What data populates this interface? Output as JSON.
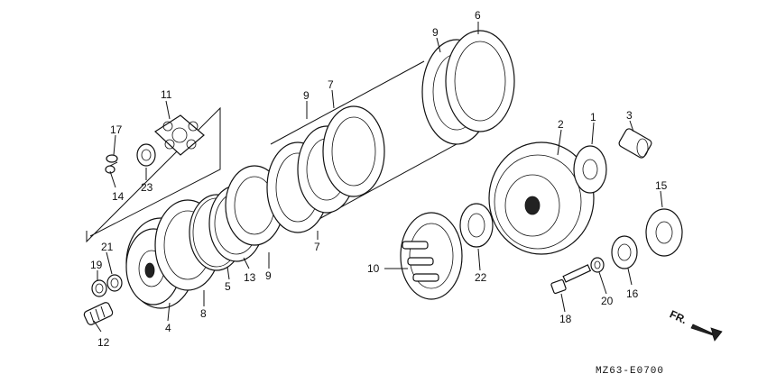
{
  "callouts": {
    "n1": "1",
    "n2": "2",
    "n3": "3",
    "n4": "4",
    "n5": "5",
    "n6": "6",
    "n7a": "7",
    "n7b": "7",
    "n8": "8",
    "n9a": "9",
    "n9b": "9",
    "n9c": "9",
    "n10": "10",
    "n11": "11",
    "n12": "12",
    "n13": "13",
    "n14": "14",
    "n15": "15",
    "n16": "16",
    "n17": "17",
    "n18": "18",
    "n19": "19",
    "n20": "20",
    "n21": "21",
    "n22": "22",
    "n23": "23"
  },
  "direction_label": "FR.",
  "diagram_code": "MZ63-E0700"
}
